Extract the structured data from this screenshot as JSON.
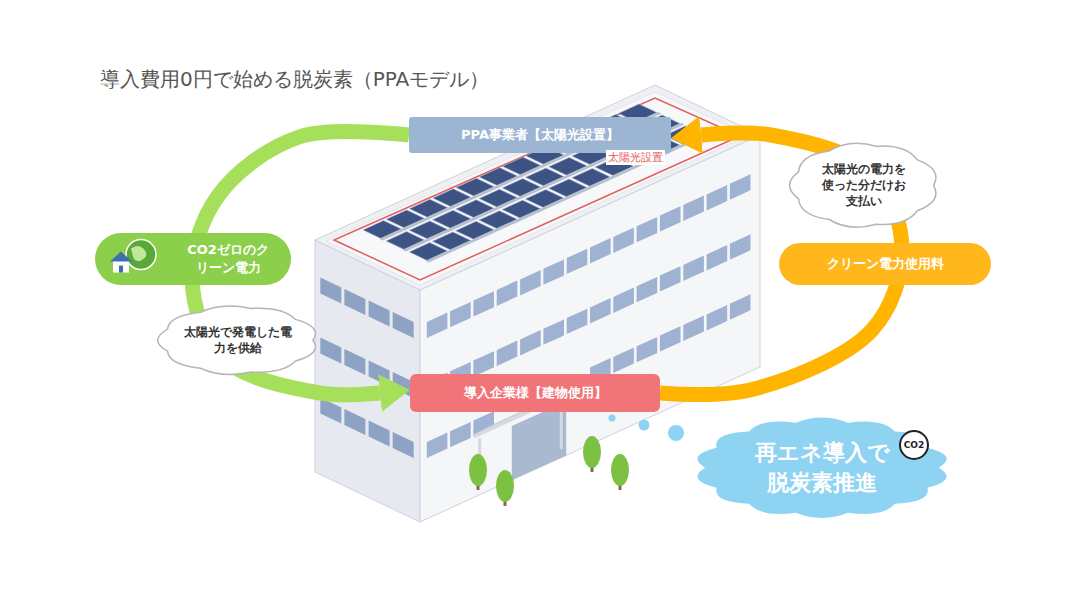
{
  "diagram": {
    "title": "導入費用0円で始める脱炭素（PPAモデル）",
    "nodes": [
      {
        "text": [
          "PPA事業者【太陽光設置】"
        ]
      },
      {
        "text": [
          "CO2ゼロのクリーン電力"
        ]
      },
      {
        "text": [
          "太陽光で発電した電力を供給"
        ]
      },
      {
        "text": [
          "導入企業様【建物使用】"
        ]
      },
      {
        "text": [
          "太陽光の電力を使った分だけお支払い"
        ]
      },
      {
        "text": [
          "クリーン電力使用料"
        ]
      },
      {
        "text": [
          "再エネ導入で脱炭素推進"
        ]
      }
    ],
    "edges": [
      {
        "from": 0,
        "to": 3,
        "arrow": "to"
      },
      {
        "from": 3,
        "to": 0,
        "arrow": "to"
      }
    ],
    "labels": [
      "太陽光設置",
      "CO2"
    ]
  }
}
